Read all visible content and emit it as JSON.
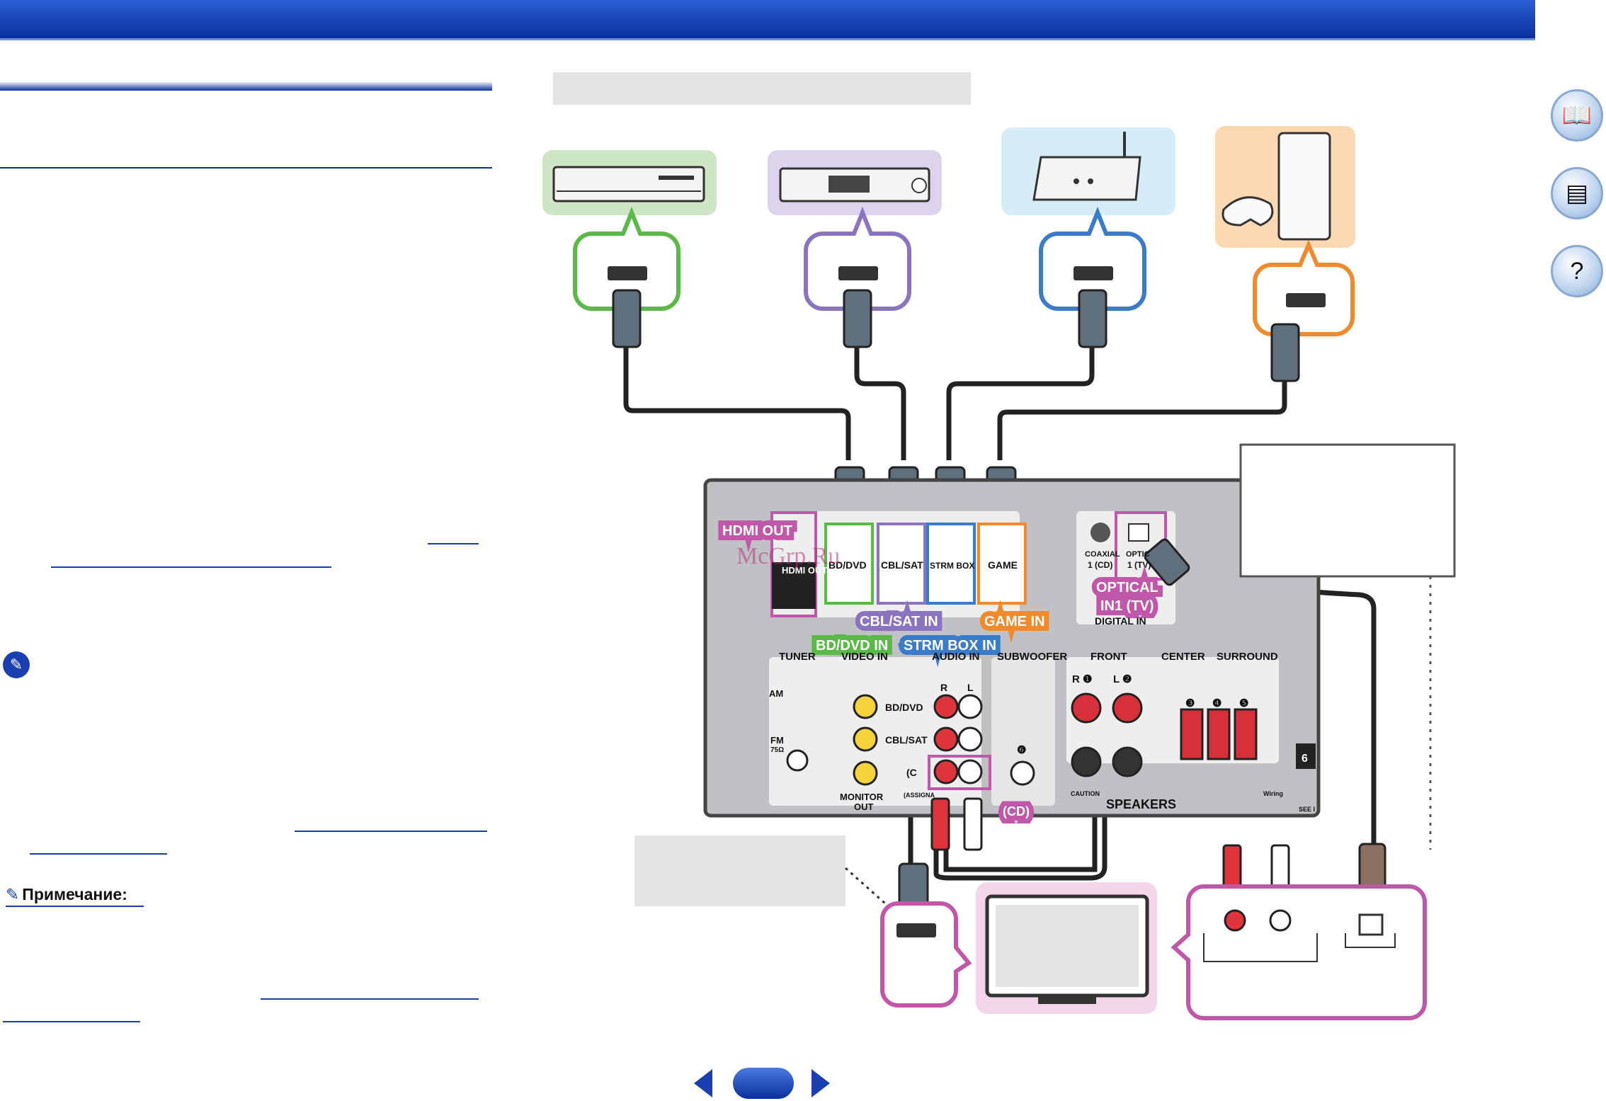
{
  "page": {
    "note_label": "Примечание:",
    "watermark": "McGrp.Ru"
  },
  "diagram": {
    "receiver": {
      "hdmi_out_small": "HDMI OUT",
      "hdmi_out_large": "HDMI OUT",
      "inputs": [
        "BD/DVD",
        "CBL/SAT",
        "STRM BOX",
        "GAME"
      ],
      "input_tags": {
        "bd": "BD/DVD IN",
        "cbl": "CBL/SAT  IN",
        "strm": "STRM BOX IN",
        "game": "GAME IN"
      },
      "digital": {
        "coaxial": "COAXIAL",
        "coaxial_sub": "1 (CD)",
        "optical": "OPTIC",
        "optical_sub": "1 (TV)",
        "optical_tag_1": "OPTICAL",
        "optical_tag_2": "IN1 (TV)",
        "digital_in": "DIGITAL IN"
      },
      "sections": {
        "tuner": "TUNER",
        "video_in": "VIDEO IN",
        "audio_in": "AUDIO IN",
        "subwoofer": "SUBWOOFER",
        "front": "FRONT",
        "center": "CENTER",
        "surround": "SURROUND",
        "speakers": "SPEAKERS",
        "am": "AM",
        "fm": "FM",
        "fm_ohm": "75Ω",
        "monitor_out_1": "MONITOR",
        "monitor_out_2": "OUT",
        "r": "R",
        "l": "L",
        "bd_dvd": "BD/DVD",
        "cbl_sat": "CBL/SAT",
        "cd_partial": "(C",
        "cd_tag": "(CD)",
        "assign": "(ASSIGNA",
        "caution": "CAUTION",
        "wiring": "Wiring",
        "see": "SEE I",
        "front_r": "R ❶",
        "front_l": "L ❷",
        "num_3": "❸",
        "num_4": "❹",
        "num_5": "❺",
        "num_6": "❻",
        "num_6_box": "6"
      }
    }
  },
  "colors": {
    "header_blue": "#0a2f9e",
    "bd_green": "#5bba47",
    "cbl_purple": "#8a74c0",
    "strm_blue": "#3a7cc9",
    "game_orange": "#f08a2c",
    "tv_magenta": "#c157a8"
  },
  "icons": [
    "book-icon",
    "receiver-icon",
    "help-icon",
    "important-icon",
    "pencil-icon"
  ]
}
